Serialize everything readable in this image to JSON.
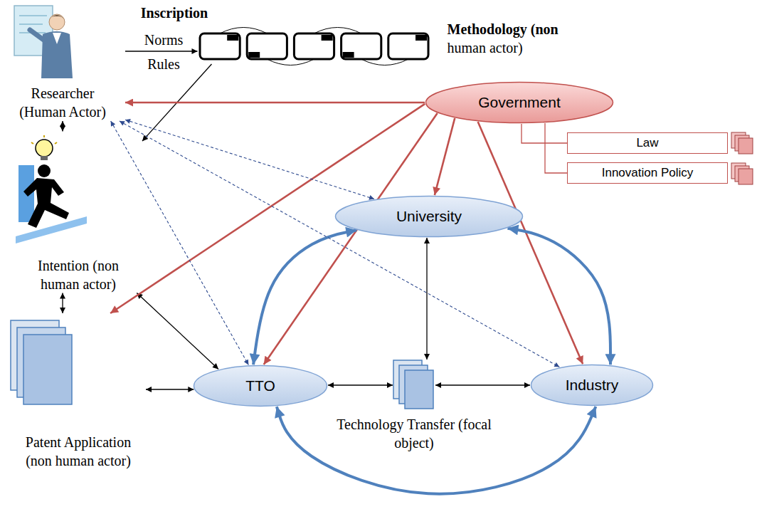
{
  "diagram": {
    "nodes": [
      {
        "text": [
          "Researcher (Human Actor)"
        ]
      },
      {
        "text": [
          "Methodology (non human actor)"
        ]
      },
      {
        "text": [
          "Government"
        ]
      },
      {
        "text": [
          "Law"
        ]
      },
      {
        "text": [
          "Innovation Policy"
        ]
      },
      {
        "text": [
          "Intention (non human actor)"
        ]
      },
      {
        "text": [
          "University"
        ]
      },
      {
        "text": [
          "Patent Application (non human actor)"
        ]
      },
      {
        "text": [
          "TTO"
        ]
      },
      {
        "text": [
          "Technology Transfer (focal object)"
        ]
      },
      {
        "text": [
          "Industry"
        ]
      }
    ],
    "edges": [
      {
        "from": 0,
        "to": 1,
        "arrow": "to"
      },
      {
        "from": 1,
        "to": 5,
        "arrow": "to"
      },
      {
        "from": 0,
        "to": 5,
        "arrow": "both"
      },
      {
        "from": 5,
        "to": 7,
        "arrow": "both"
      },
      {
        "from": 5,
        "to": 8,
        "arrow": "both"
      },
      {
        "from": 7,
        "to": 8,
        "arrow": "both"
      },
      {
        "from": 8,
        "to": 9,
        "arrow": "both"
      },
      {
        "from": 9,
        "to": 10,
        "arrow": "both"
      },
      {
        "from": 6,
        "to": 9,
        "arrow": "both"
      },
      {
        "from": 2,
        "to": 0,
        "arrow": "to"
      },
      {
        "from": 2,
        "to": 6,
        "arrow": "to"
      },
      {
        "from": 2,
        "to": 8,
        "arrow": "to"
      },
      {
        "from": 2,
        "to": 7,
        "arrow": "to"
      },
      {
        "from": 2,
        "to": 10,
        "arrow": "to"
      },
      {
        "from": 2,
        "to": 3,
        "arrow": "none"
      },
      {
        "from": 2,
        "to": 4,
        "arrow": "none"
      },
      {
        "from": 6,
        "to": 8,
        "arrow": "both"
      },
      {
        "from": 6,
        "to": 10,
        "arrow": "both"
      },
      {
        "from": 8,
        "to": 10,
        "arrow": "both"
      },
      {
        "from": 0,
        "to": 6,
        "arrow": "both"
      },
      {
        "from": 0,
        "to": 8,
        "arrow": "both"
      },
      {
        "from": 0,
        "to": 10,
        "arrow": "both"
      }
    ],
    "labels": [
      "Inscription",
      "Norms",
      "Rules"
    ]
  }
}
